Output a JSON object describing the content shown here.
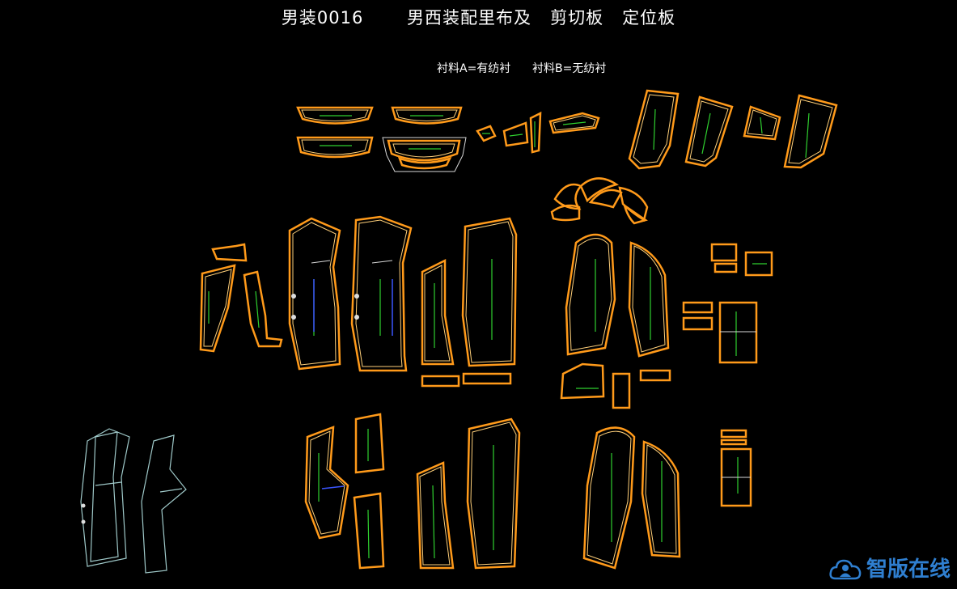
{
  "title": {
    "line": "男装0016       男西装配里布及   剪切板   定位板"
  },
  "note": "衬料A=有纺衬      衬料B=无纺衬",
  "watermark": {
    "text": "智版在线",
    "icon": "cloud-person-icon"
  },
  "colors": {
    "background": "#000000",
    "outline": "#ff9a1a",
    "inner_outline": "#ffd07a",
    "grain": "#2fd02f",
    "marks_blue": "#3a55ff",
    "marks_red": "#ff2a2a",
    "draft": "#9fc9c9",
    "watermark": "#2f7fd0"
  }
}
